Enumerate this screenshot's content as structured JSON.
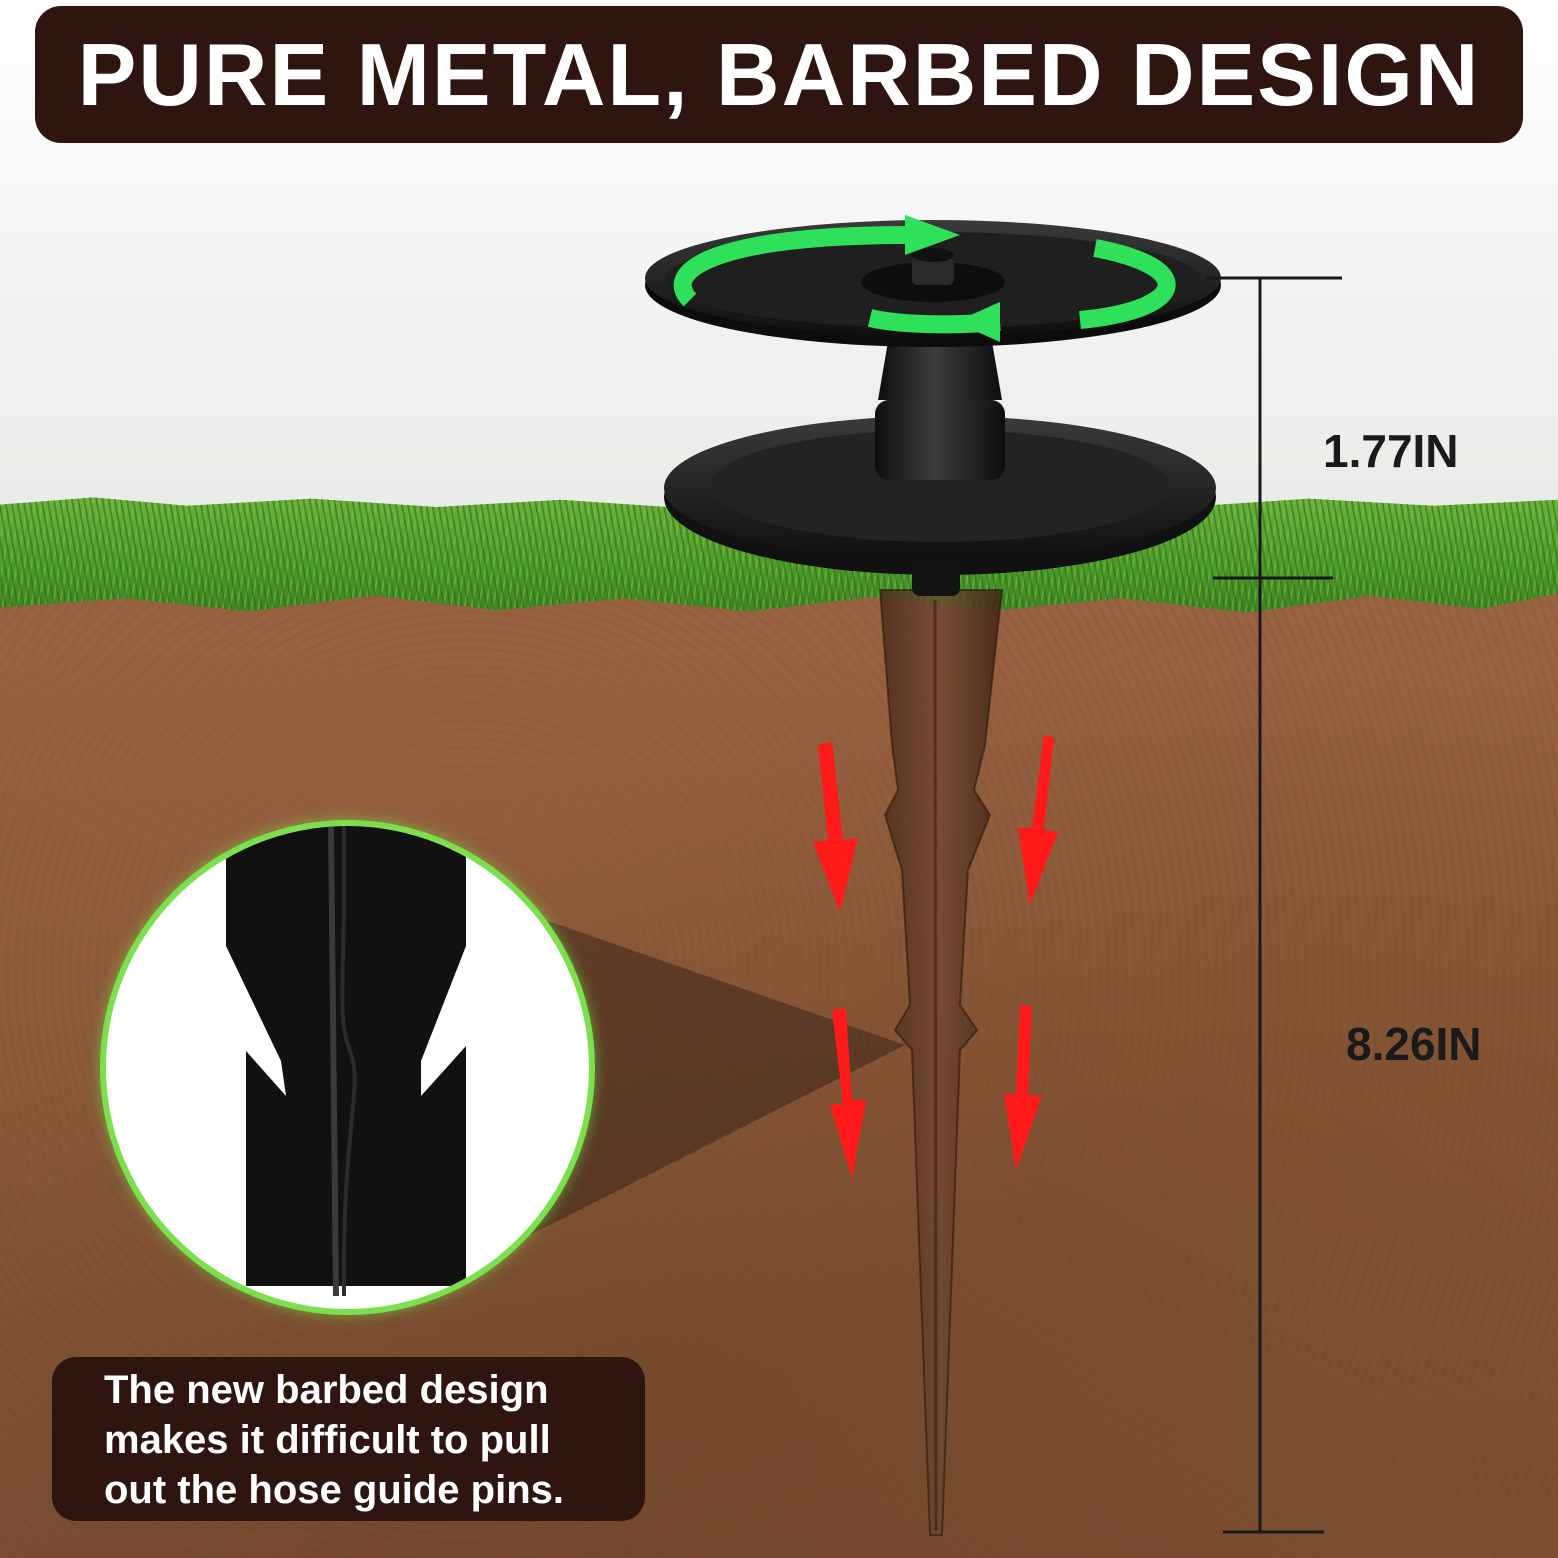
{
  "banner": {
    "title": "PURE METAL, BARBED DESIGN"
  },
  "dimensions": {
    "top_height": "1.77IN",
    "total_height": "8.26IN"
  },
  "info": {
    "lines": [
      "The new barbed design",
      "makes it difficult to pull",
      "out the hose guide pins."
    ]
  },
  "colors": {
    "banner_bg": "#2f150f",
    "text_on_banner": "#ffffff",
    "accent_green": "#7ce04e",
    "arrow_red": "#ff1a1a",
    "pin_black": "#1c1c1c"
  },
  "icons": {
    "rotation_arrows": "circular-arrows-icon",
    "push_arrows": "down-arrow-icon"
  }
}
